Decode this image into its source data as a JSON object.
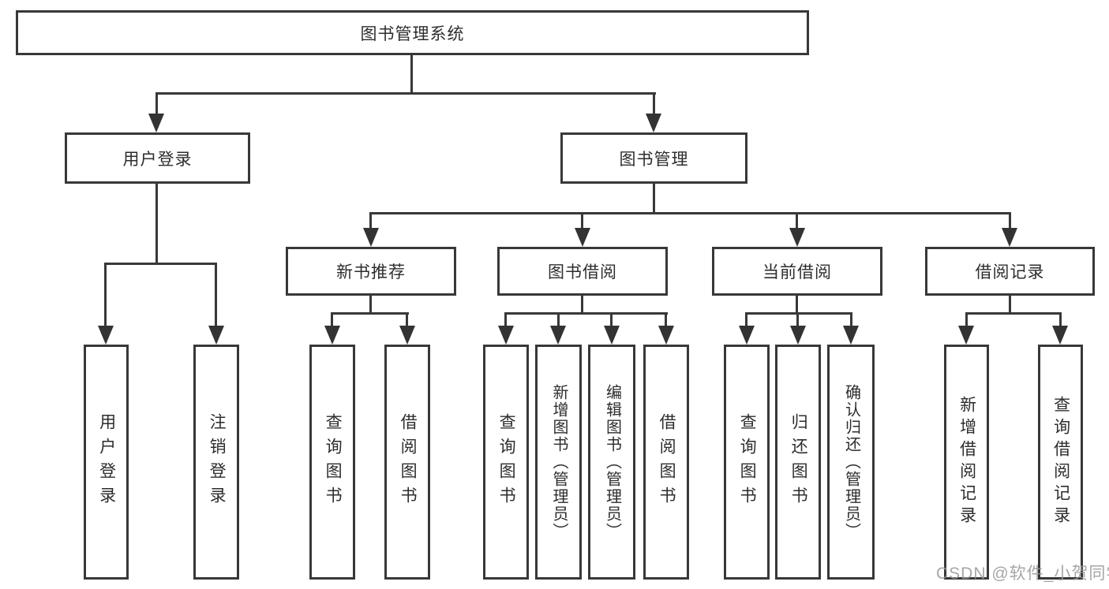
{
  "diagram": {
    "title_note": "library management system feature structure diagram",
    "root": {
      "label": "图书管理系统"
    },
    "level2": {
      "user_login": {
        "label": "用户登录"
      },
      "book_management": {
        "label": "图书管理"
      }
    },
    "level3": {
      "new_book_recommend": {
        "label": "新书推荐"
      },
      "book_borrow": {
        "label": "图书借阅"
      },
      "current_borrow": {
        "label": "当前借阅"
      },
      "borrow_records": {
        "label": "借阅记录"
      }
    },
    "leaves": {
      "user_login": "用户登录",
      "logout": "注销登录",
      "recommend_query_books": "查询图书",
      "recommend_borrow_books": "借阅图书",
      "borrow_query_books": "查询图书",
      "borrow_add_books": "新增图书（管理员）",
      "borrow_edit_books": "编辑图书（管理员）",
      "borrow_borrow_books": "借阅图书",
      "current_query_books": "查询图书",
      "current_return_books": "归还图书",
      "current_confirm_return": "确认归还（管理员）",
      "records_add_record": "新增借阅记录",
      "records_query_record": "查询借阅记录"
    },
    "watermark": "CSDN @软件_小贺同学",
    "colors": {
      "line": "#383838",
      "box_border": "#383838",
      "text": "#2d2d2d",
      "watermark": "#969696",
      "background": "#ffffff"
    }
  }
}
